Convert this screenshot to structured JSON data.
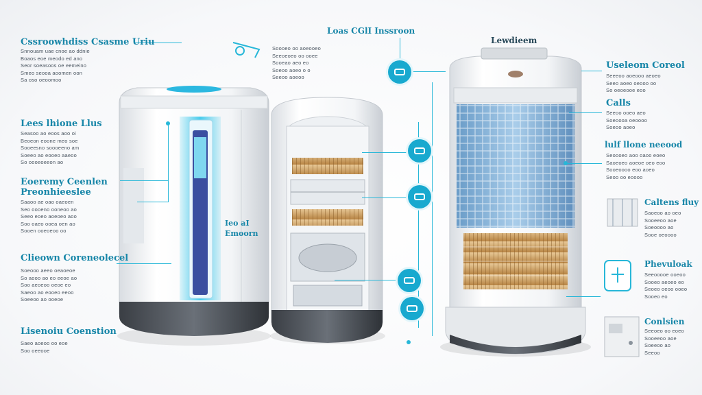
{
  "callouts": {
    "top_left": {
      "title": "Cssroowhdiss Csasme Uriu",
      "body": "Snnouam uae cnoe ao ddnie\nBoaos eoe meodo ed ano\nSeor soeasoos oe eemeino\nSmeo seooa aoomen oon\nSa oso oeoomoo"
    },
    "leaf_title": "Lees lhione Llus",
    "leaf_body": "Seasoo ao eoos aoo oi\nBeoeon eoone meo soe\nSooeesno soooeeno am\nSoeeo ao eooeo aaeoo\nSo oooeoeeon ao",
    "economy_title": "Eoeremy Ceenlen\nPreonhieeslee",
    "economy_body": "Saaoo ae oao oaeoen\nSeo oooeno ooneoo ao\nSeeo eoeo aoeoeo aoo\nSoo oaeo ooea oen ao\nSooen ooeoeoo oo",
    "clown_title": "Clieown Coreneolecel",
    "clown_body": "Soeooo aeeo oeaoeoe\nSo aooo ao eo eeoe ao\nSoo aeoeoo oeoe eo\nSaeoo ao eooeo eeoo\nSoeeoo ao ooeoe",
    "lemon_title": "Lisenoiu Coenstion",
    "lemon_body": "Saeo aoeoo oo eoe\nSoo oeeooe",
    "top_center": {
      "title": "Loas CGlI Inssroon"
    },
    "top_note": "Soooeo oo aoeooeo\nSeeoeoeo oo ooee\nSooeao aeo eo\nSoeoo aoeo o o\nSeeoo aoeoo",
    "mid_label": "Ieo aI\nEmoorn",
    "right_top": "Lewdieem",
    "uselem_title": "Useleom Coreol",
    "uselem_body": "Seeeoo aoeooo aeoeo\nSeeo aoeo oeooo oo\nSo oeoeooe eoo",
    "calls_title": "Calls",
    "calls_body": "Seeoo ooeo aeo\nSoeoooa oeoooo\nSoeoo aoeo",
    "luft_title": "lulf llone neeood",
    "luft_body": "Seoooeo aoo oaoo eoeo\nSaoeoeo aoeoe oeo eoo\nSooeoooo eoo aoeo\nSeoo oo eoooo",
    "caltens_title": "Caltens fluy",
    "caltens_body": "Saoeoo ao oeo\nSooeeoo aoe\nSoeoooo ao\nSooe oeoooo",
    "phew_title": "Phevuloak",
    "phew_body": "Seeooooe ooeoo\nSooeo aeoeo eo\nSeoeo oeoo ooeo\nSooeo eo",
    "conlon_title": "Conlsien",
    "conlon_body": "Seeoeo oo eoeo\nSooeeoo aoe\nSoeeoo ao\nSeeoo"
  },
  "colors": {
    "accent": "#1786a8",
    "lead": "#27b7d8",
    "badge": "#18a9cf",
    "filter": "#7fb0d8",
    "amber": "#c89b55"
  }
}
